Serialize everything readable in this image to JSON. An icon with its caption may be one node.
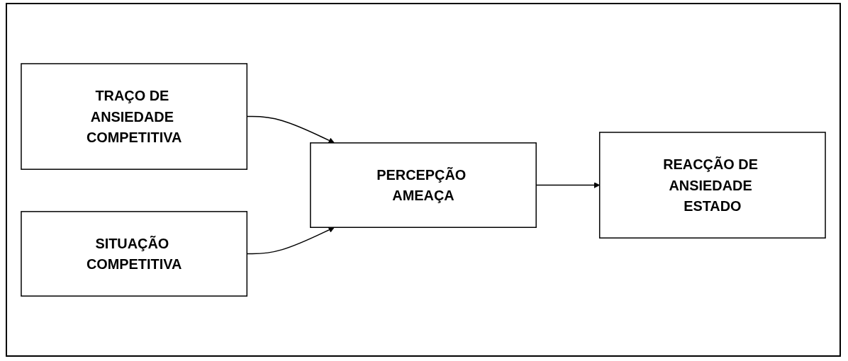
{
  "diagram": {
    "nodes": [
      {
        "text": [
          "TRAÇO DE ANSIEDADE COMPETITIVA"
        ]
      },
      {
        "text": [
          "SITUAÇÃO COMPETITIVA"
        ]
      },
      {
        "text": [
          "PERCEPÇÃO AMEAÇA"
        ]
      },
      {
        "text": [
          "REACÇÃO DE ANSIEDADE ESTADO"
        ]
      }
    ],
    "edges": [
      {
        "from": 0,
        "to": 2,
        "arrow": "to"
      },
      {
        "from": 1,
        "to": 2,
        "arrow": "to"
      },
      {
        "from": 2,
        "to": 3,
        "arrow": "to"
      }
    ]
  }
}
